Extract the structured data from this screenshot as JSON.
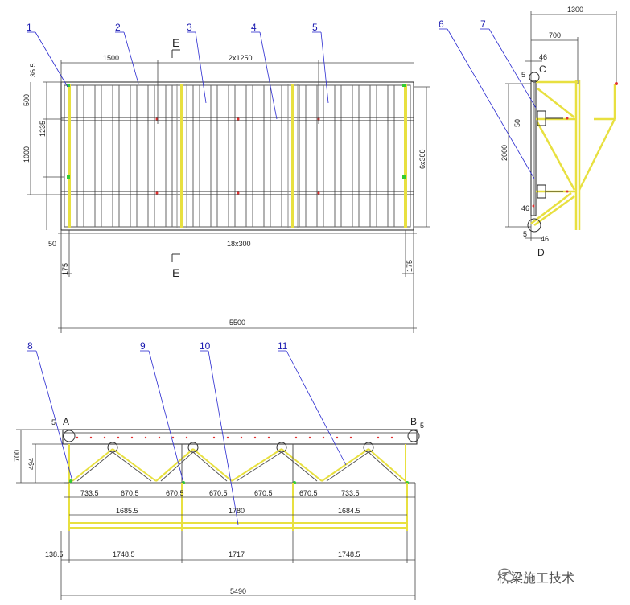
{
  "top_view": {
    "callouts": [
      "1",
      "2",
      "3",
      "4",
      "5"
    ],
    "section_mark": "E",
    "dims": {
      "top_left": "1500",
      "top_right": "2x1250",
      "left_offset": "36.5",
      "left_500": "500",
      "left_1235": "1235",
      "left_1000": "1000",
      "right_6x300": "6x300",
      "bottom_50": "50",
      "bottom_18x300": "18x300",
      "bottom_175_left": "175",
      "bottom_175_right": "175",
      "overall": "5500"
    }
  },
  "side_view": {
    "callouts": [
      "6",
      "7"
    ],
    "dims": {
      "top_1300": "1300",
      "top_700": "700",
      "d46_top": "46",
      "d5_top": "5",
      "d50": "50",
      "d2000": "2000",
      "d46_bottom_left": "46",
      "d5_bottom": "5",
      "d46_bottom": "46"
    },
    "point_c": "C",
    "point_d": "D"
  },
  "elevation": {
    "callouts": [
      "8",
      "9",
      "10",
      "11"
    ],
    "point_a": "A",
    "point_b": "B",
    "marks_5_left": "5",
    "marks_5_right": "5",
    "dims": {
      "height_700": "700",
      "height_494": "494",
      "seg": [
        "733.5",
        "670.5",
        "670.5",
        "670.5",
        "670.5",
        "670.5",
        "733.5"
      ],
      "mid": [
        "1685.5",
        "1780",
        "1684.5"
      ],
      "lower": [
        "138.5",
        "1748.5",
        "1717",
        "1748.5"
      ],
      "overall": "5490"
    }
  },
  "watermark": {
    "text": "桥梁施工技术",
    "icon": "wechat-icon"
  }
}
